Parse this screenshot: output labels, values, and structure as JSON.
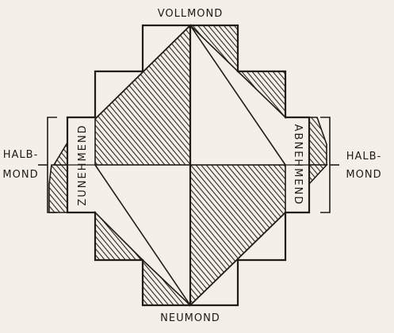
{
  "labels": {
    "top": "VOLLMOND",
    "bottom": "NEUMOND",
    "left_line1": "HALB-",
    "left_line2": "MOND",
    "right_line1": "HALB-",
    "right_line2": "MOND",
    "left_vertical": "ZUNEHMEND",
    "right_vertical": "ABNEHMEND"
  },
  "colors": {
    "paper": "#f4f0e7",
    "ink": "#1f1d1a"
  }
}
